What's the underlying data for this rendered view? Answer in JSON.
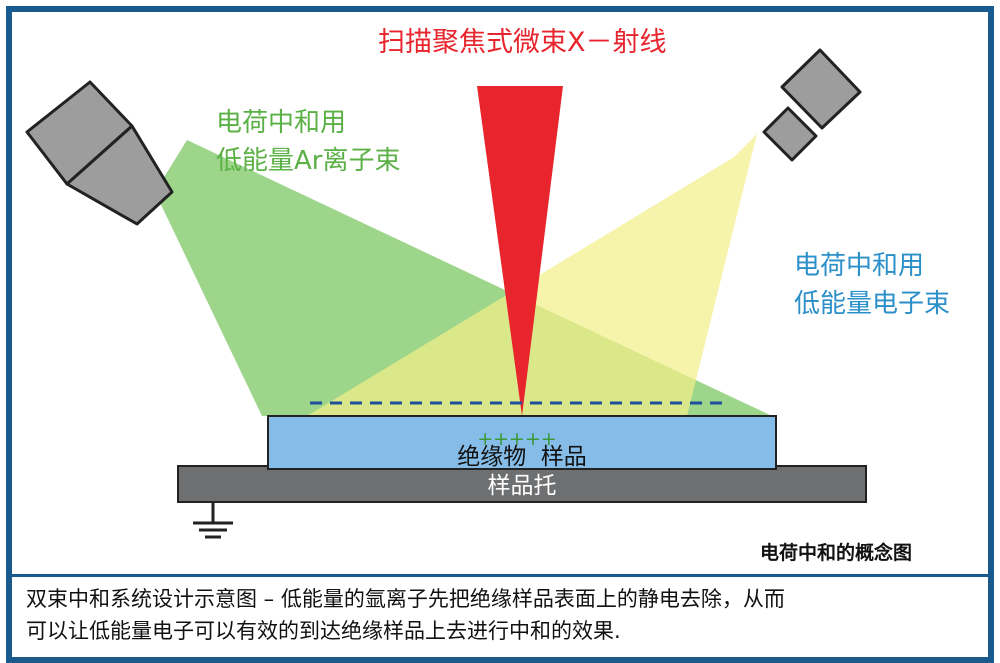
{
  "labels": {
    "xray": "扫描聚焦式微束X－射线",
    "ion_beam": [
      "电荷中和用",
      "低能量Ar离子束"
    ],
    "electron_beam": [
      "电荷中和用",
      "低能量电子束"
    ],
    "sample": "绝缘物  样品",
    "holder": "样品托",
    "charges": "+++++",
    "concept": "电荷中和的概念图"
  },
  "caption": [
    "双束中和系统设计示意图 – 低能量的氩离子先把绝缘样品表面上的静电去除，从而",
    "可以让低能量电子可以有效的到达绝缘样品上去进行中和的效果."
  ],
  "colors": {
    "border": "#1a5a8c",
    "xray": "#e8242d",
    "ion_beam": "#8fcf7a",
    "electron_beam": "#f3f08a",
    "ion_label": "#5bb146",
    "electron_label": "#2b8fc9",
    "sample": "#86bde8",
    "holder": "#6e6f71",
    "gun": "#9d9d9d",
    "charge_plus": "#3a9a3a",
    "charge_dash": "#1f4f9a"
  }
}
